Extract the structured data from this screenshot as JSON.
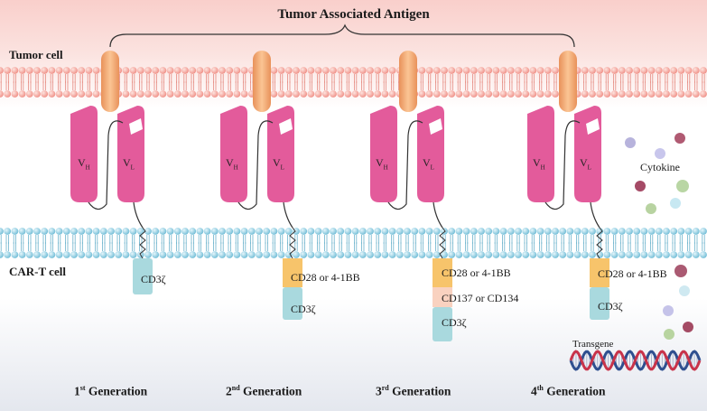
{
  "antigen_label": "Tumor Associated Antigen",
  "tumor_cell_label": "Tumor cell",
  "cart_cell_label": "CAR-T cell",
  "cytokine_label": "Cytokine",
  "transgene_label": "Transgene",
  "vh": {
    "main": "V",
    "sub": "H"
  },
  "vl": {
    "main": "V",
    "sub": "L"
  },
  "domains": {
    "cd3z": "CD3ζ",
    "cd28": "CD28 or 4-1BB",
    "cd137": "CD137 or CD134"
  },
  "generations": [
    {
      "num": "1",
      "sup": "st",
      "text": " Generation"
    },
    {
      "num": "2",
      "sup": "nd",
      "text": " Generation"
    },
    {
      "num": "3",
      "sup": "rd",
      "text": " Generation"
    },
    {
      "num": "4",
      "sup": "th",
      "text": " Generation"
    }
  ],
  "colors": {
    "antibody": "#e35b9b",
    "antigen": "#f0a45f",
    "cd3z": "#a9d9de",
    "costim": "#f7c46b",
    "cd137": "#f9d2c0",
    "lipid_top": "#f4a79e",
    "lipid_bottom": "#8fcde2"
  }
}
